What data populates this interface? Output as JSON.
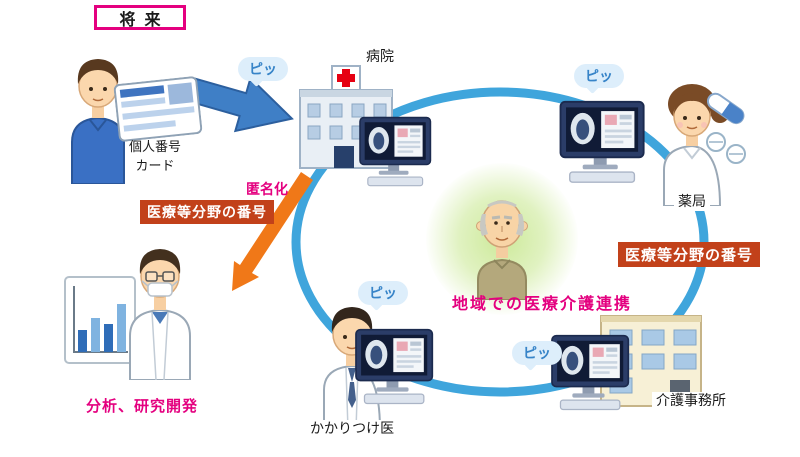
{
  "badge": {
    "label": "将来"
  },
  "nodes": {
    "citizen": {
      "card_label": "個人番号カード"
    },
    "hospital": {
      "label": "病院"
    },
    "pharmacy": {
      "label": "薬局"
    },
    "care_office": {
      "label": "介護事務所"
    },
    "family_doctor": {
      "label": "かかりつけ医"
    },
    "researcher": {
      "label": "分析、研究開発"
    },
    "patient": {
      "label": "地域での医療介護連携"
    }
  },
  "annotations": {
    "anonymization": "匿名化",
    "medical_number_left": "医療等分野の番号",
    "medical_number_right": "医療等分野の番号",
    "beep": "ピッ"
  },
  "colors": {
    "pink": "#e4007f",
    "number_box_bg": "#c2411a",
    "arrow_blue": "#3f7fc6",
    "arrow_blue_edge": "#2c5f9e",
    "arrow_orange": "#f07818",
    "ring_blue": "#3fa5dc",
    "beep_text": "#3784c8",
    "beep_bg": "#ddeefb"
  }
}
